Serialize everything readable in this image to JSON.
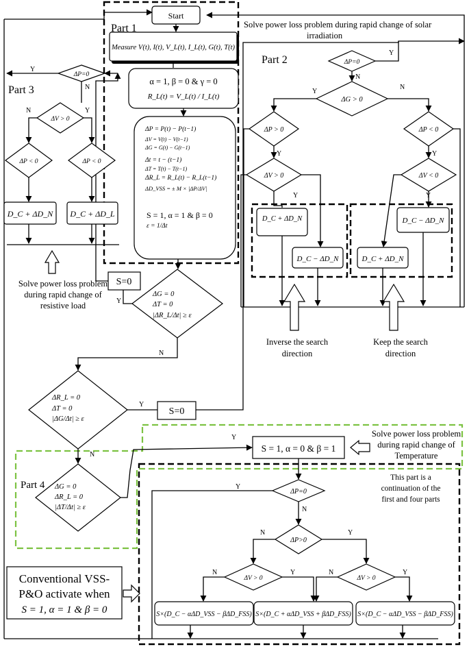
{
  "parts": {
    "p1": "Part 1",
    "p2": "Part 2",
    "p3": "Part 3",
    "p4": "Part 4"
  },
  "start": "Start",
  "measure": "Measure V(t), I(t), V_L(t), I_L(t), G(t), T(t)",
  "init": {
    "l1": "α = 1, β = 0 & γ = 0",
    "l2": "R_L(t) = V_L(t) / I_L(t)"
  },
  "calc": {
    "l1": "ΔP = P(t) − P(t−1)",
    "l2": "ΔV = V(t) − V(t−1)",
    "l3": "ΔG = G(t) − G(t−1)",
    "l4": "Δt = t − (t−1)",
    "l5": "ΔT = T(t) − T(t−1)",
    "l6": "ΔR_L = R_L(t) − R_L(t−1)",
    "l7": "ΔD_VSS = ± M × |ΔP/ΔV|",
    "l8": "S = 1, α = 1 & β = 0",
    "l9": "ε = 1/Δt"
  },
  "s0a": "S=0",
  "s0b": "S=0",
  "d1": {
    "l1": "ΔG = 0",
    "l2": "ΔT = 0",
    "l3": "|ΔR_L/Δt| ≥ ε"
  },
  "d2": {
    "l1": "ΔR_L = 0",
    "l2": "ΔT = 0",
    "l3": "|ΔG/Δt| ≥ ε"
  },
  "d3": {
    "l1": "ΔG = 0",
    "l2": "ΔR_L = 0",
    "l3": "|ΔT/Δt| ≥ ε"
  },
  "labels": {
    "y": "Y",
    "n": "N"
  },
  "part3": {
    "dp": "ΔP=0",
    "dv": "ΔV > 0",
    "dpl": "ΔP < 0",
    "dpr": "ΔP < 0",
    "b1": "D_C + ΔD_N",
    "b2": "D_C + ΔD_L",
    "caption": [
      "Solve power loss problem",
      "during rapid change of",
      "resistive load"
    ]
  },
  "part2": {
    "title": [
      "Solve power loss problem during rapid change of solar",
      "irradiation"
    ],
    "dp": "ΔP=0",
    "dg": "ΔG > 0",
    "dpl": "ΔP > 0",
    "dpr": "ΔP < 0",
    "dvl": "ΔV > 0",
    "dvr": "ΔV < 0",
    "b1": "D_C + ΔD_N",
    "b2": "D_C − ΔD_N",
    "b3": "D_C − ΔD_N",
    "b4": "D_C + ΔD_N",
    "inverse": [
      "Inverse the search",
      "direction"
    ],
    "keep": [
      "Keep the search",
      "direction"
    ]
  },
  "part4": {
    "sbox": "S = 1, α = 0 & β = 1",
    "title": [
      "Solve power loss problem",
      "during rapid change of",
      "Temperature"
    ],
    "note": [
      "This part is a",
      "continuation of the",
      "first and four parts"
    ],
    "dp": "ΔP=0",
    "dpg": "ΔP>0",
    "dvl": "ΔV > 0",
    "dvr": "ΔV > 0",
    "f1": "S×(D_C − αΔD_VSS − βΔD_FSS)",
    "f2": "S×(D_C + αΔD_VSS + βΔD_FSS)",
    "f3": "S×(D_C − αΔD_VSS − βΔD_FSS)"
  },
  "conv": [
    "Conventional VSS-",
    "P&O activate when",
    "S = 1, α = 1 & β = 0"
  ]
}
